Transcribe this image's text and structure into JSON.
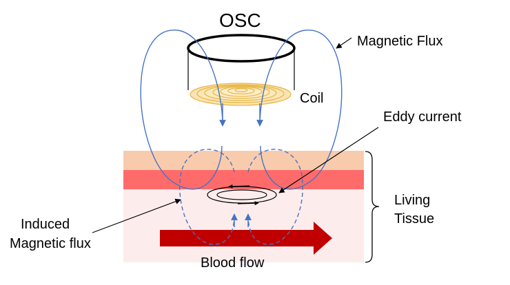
{
  "labels": {
    "osc": "OSC",
    "magnetic_flux": "Magnetic Flux",
    "coil": "Coil",
    "eddy_current": "Eddy current",
    "living_tissue_line1": "Living",
    "living_tissue_line2": "Tissue",
    "induced_line1": "Induced",
    "induced_line2": "Magnetic flux",
    "blood_flow": "Blood flow"
  },
  "colors": {
    "skin_top": "#f8cbad",
    "skin_red": "#ff6b6b",
    "tissue": "#fdecec",
    "flux_line": "#4472c4",
    "coil": "#e8b84a",
    "arrow": "#c00000"
  }
}
